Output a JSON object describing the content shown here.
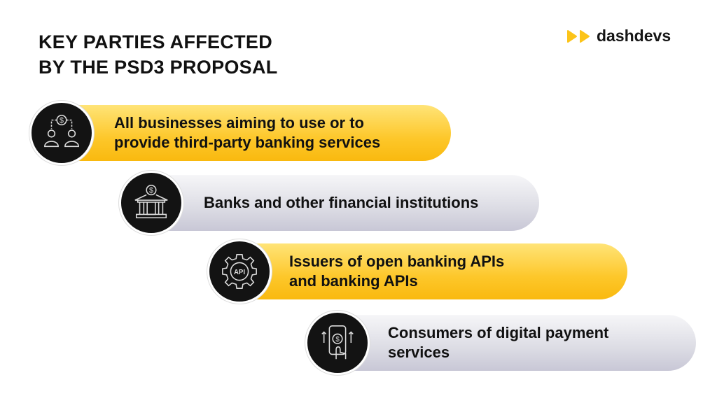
{
  "title": {
    "line1": "Key parties affected",
    "line2": "by the PSD3 proposal"
  },
  "logo": {
    "text": "dashdevs",
    "color": "#fcc419"
  },
  "items": [
    {
      "line1": "All businesses aiming to use or to",
      "line2": "provide third-party banking services",
      "icon": "people-money-icon",
      "color": "yellow"
    },
    {
      "line1": "Banks and other financial institutions",
      "line2": "",
      "icon": "bank-icon",
      "color": "gray"
    },
    {
      "line1": "Issuers of open banking APIs",
      "line2": "and banking APIs",
      "icon": "api-gear-icon",
      "color": "yellow"
    },
    {
      "line1": "Consumers of digital payment",
      "line2": "services",
      "icon": "phone-payment-icon",
      "color": "gray"
    }
  ]
}
